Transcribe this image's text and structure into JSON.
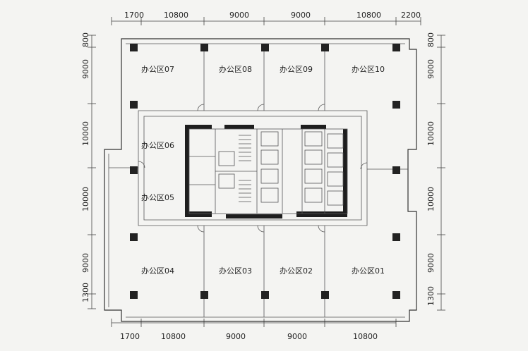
{
  "dimensions": {
    "top": [
      "1700",
      "10800",
      "9000",
      "9000",
      "10800",
      "2200"
    ],
    "bottom": [
      "1700",
      "10800",
      "9000",
      "9000",
      "10800"
    ],
    "left": [
      "800",
      "9000",
      "10000",
      "10000",
      "9000",
      "1300"
    ],
    "right": [
      "800",
      "9000",
      "10000",
      "10000",
      "9000",
      "1300"
    ]
  },
  "zones": [
    "办公区07",
    "办公区08",
    "办公区09",
    "办公区10",
    "办公区06",
    "办公区05",
    "办公区04",
    "办公区03",
    "办公区02",
    "办公区01"
  ],
  "colors": {
    "ink": "#222222",
    "paper": "#f4f4f2"
  }
}
